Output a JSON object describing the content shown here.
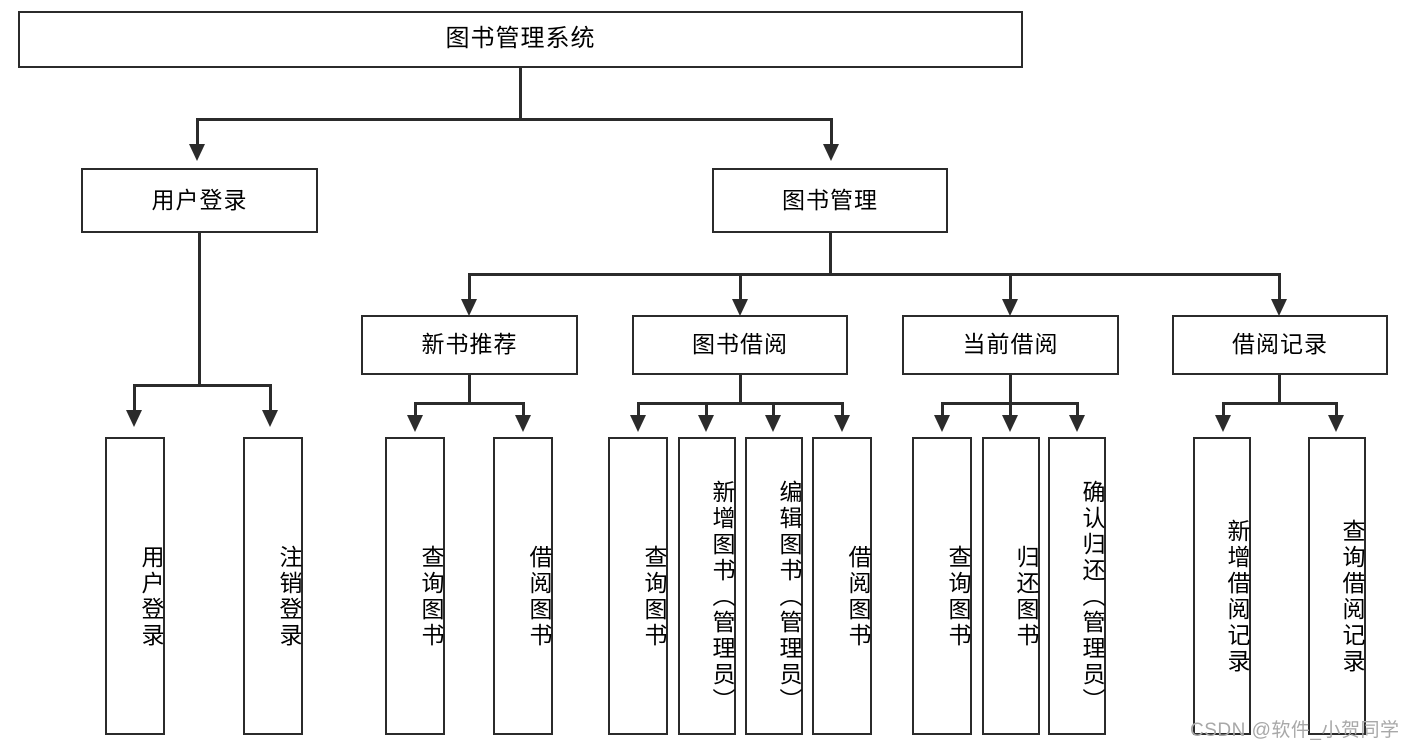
{
  "diagram": {
    "title": "图书管理系统",
    "type": "tree",
    "root": {
      "label": "图书管理系统",
      "orientation": "horizontal"
    },
    "level2": [
      {
        "label": "用户登录",
        "orientation": "horizontal"
      },
      {
        "label": "图书管理",
        "orientation": "horizontal"
      }
    ],
    "level3": [
      {
        "label": "新书推荐",
        "orientation": "horizontal",
        "parent": "图书管理"
      },
      {
        "label": "图书借阅",
        "orientation": "horizontal",
        "parent": "图书管理"
      },
      {
        "label": "当前借阅",
        "orientation": "horizontal",
        "parent": "图书管理"
      },
      {
        "label": "借阅记录",
        "orientation": "horizontal",
        "parent": "图书管理"
      }
    ],
    "leaves": {
      "user_login": [
        {
          "label": "用户登录",
          "orientation": "vertical"
        },
        {
          "label": "注销登录",
          "orientation": "vertical"
        }
      ],
      "new_book_recommend": [
        {
          "label": "查询图书",
          "orientation": "vertical"
        },
        {
          "label": "借阅图书",
          "orientation": "vertical"
        }
      ],
      "book_borrow": [
        {
          "label": "查询图书",
          "orientation": "vertical"
        },
        {
          "label": "新增图书（管理员）",
          "orientation": "vertical"
        },
        {
          "label": "编辑图书（管理员）",
          "orientation": "vertical"
        },
        {
          "label": "借阅图书",
          "orientation": "vertical"
        }
      ],
      "current_borrow": [
        {
          "label": "查询图书",
          "orientation": "vertical"
        },
        {
          "label": "归还图书",
          "orientation": "vertical"
        },
        {
          "label": "确认归还（管理员）",
          "orientation": "vertical"
        }
      ],
      "borrow_record": [
        {
          "label": "新增借阅记录",
          "orientation": "vertical"
        },
        {
          "label": "查询借阅记录",
          "orientation": "vertical"
        }
      ]
    }
  },
  "watermark": {
    "text": "CSDN @软件_小贺同学"
  },
  "colors": {
    "stroke": "#2b2b2b",
    "background": "#ffffff",
    "text": "#000000",
    "watermark": "#a8a8a8"
  }
}
